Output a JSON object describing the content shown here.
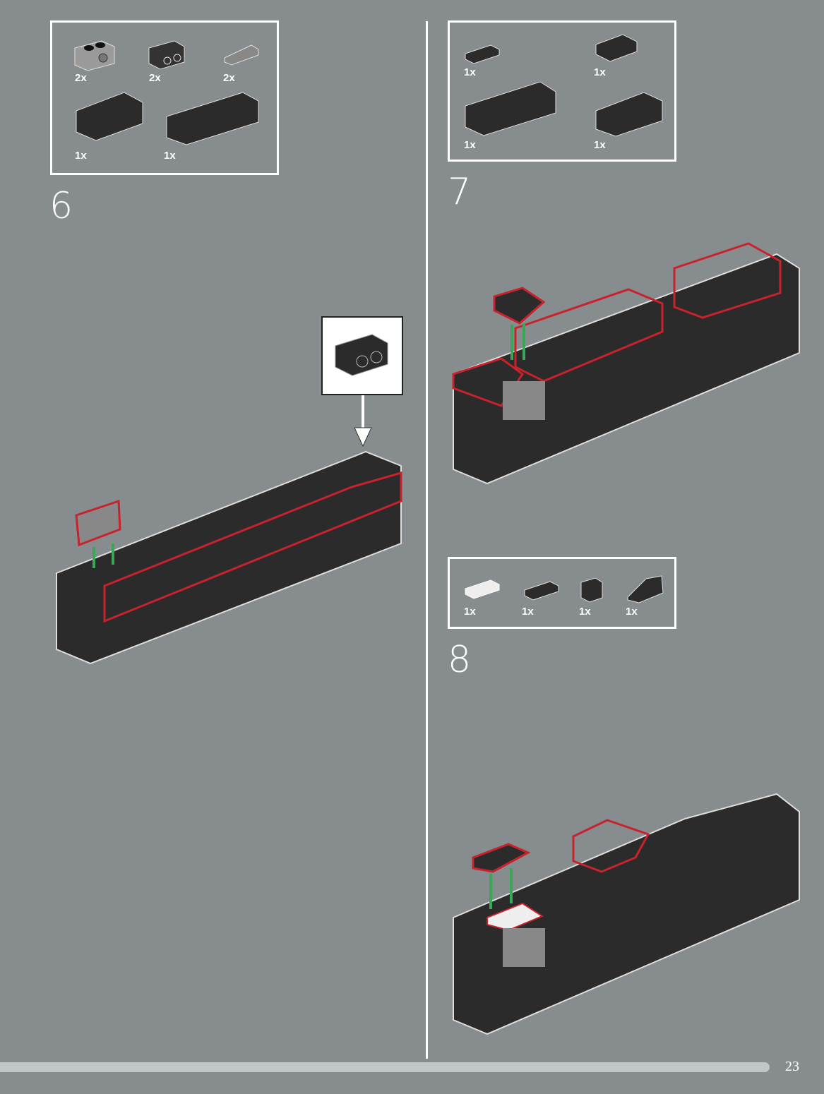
{
  "page": {
    "number": "23",
    "background": "#878c8f"
  },
  "steps": [
    {
      "number": "6",
      "parts": [
        {
          "name": "technic-brick-1x2-hole",
          "color": "light-gray",
          "qty": "2x"
        },
        {
          "name": "brick-1x2-studs-side",
          "color": "black",
          "qty": "2x"
        },
        {
          "name": "slope-grille",
          "color": "light-gray",
          "qty": "2x"
        },
        {
          "name": "brick-2x4",
          "color": "black",
          "qty": "1x"
        },
        {
          "name": "brick-2x6",
          "color": "black",
          "qty": "1x"
        }
      ]
    },
    {
      "number": "7",
      "parts": [
        {
          "name": "plate-1x2",
          "color": "black",
          "qty": "1x"
        },
        {
          "name": "plate-2x2-studs-side",
          "color": "black",
          "qty": "1x"
        },
        {
          "name": "brick-2x6",
          "color": "black",
          "qty": "1x"
        },
        {
          "name": "brick-2x4",
          "color": "black",
          "qty": "1x"
        }
      ]
    },
    {
      "number": "8",
      "parts": [
        {
          "name": "plate-1x2",
          "color": "white",
          "qty": "1x"
        },
        {
          "name": "plate-1x2",
          "color": "black",
          "qty": "1x"
        },
        {
          "name": "brick-1x1",
          "color": "black",
          "qty": "1x"
        },
        {
          "name": "slope-1x2",
          "color": "black",
          "qty": "1x"
        }
      ]
    }
  ],
  "colors": {
    "highlight": "#c8232c",
    "arrow": "#3aa657",
    "brick": "#2b2b2b",
    "outline": "#e6e6e6"
  }
}
